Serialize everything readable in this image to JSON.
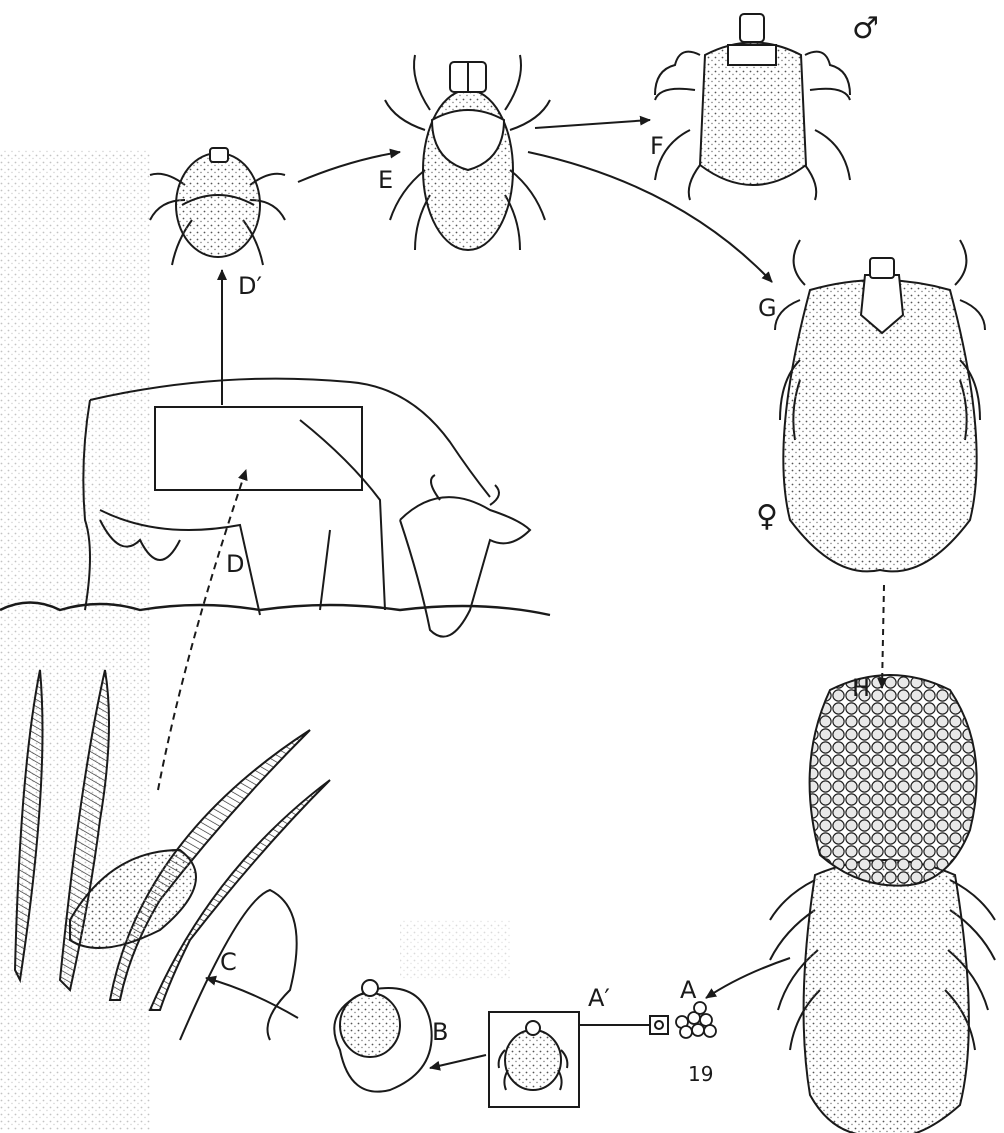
{
  "labels": {
    "a": "A",
    "a_prime": "A′",
    "b": "B",
    "c": "C",
    "d": "D",
    "d_prime": "D′",
    "e": "E",
    "f": "F",
    "g": "G",
    "h": "H",
    "male_symbol": "♂",
    "female_symbol": "♀"
  },
  "page_number": "19",
  "colors": {
    "ink": "#1a1a1a",
    "paper": "#ffffff",
    "stipple": "#6a6a6a"
  }
}
